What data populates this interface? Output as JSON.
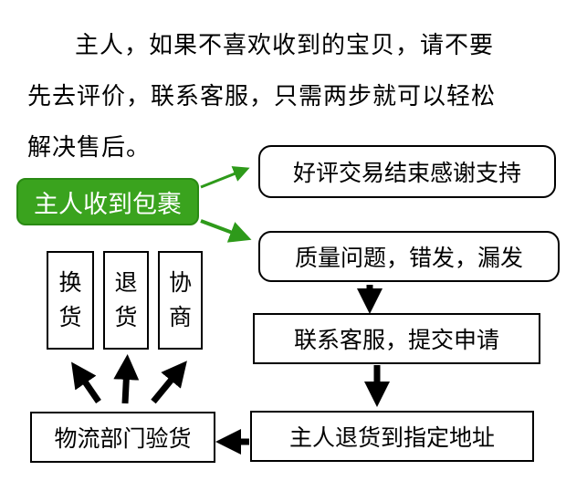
{
  "intro": {
    "line1": "主人，如果不喜欢收到的宝贝，请不要",
    "line2": "先去评价，联系客服，只需两步就可以轻松",
    "line3": "解决售后。"
  },
  "flow": {
    "start": "主人收到包裹",
    "positive": "好评交易结束感谢支持",
    "problem": "质量问题，错发，漏发",
    "contact": "联系客服，提交申请",
    "return": "主人退货到指定地址",
    "logistics": "物流部门验货",
    "outcomes": [
      {
        "char1": "换",
        "char2": "货"
      },
      {
        "char1": "退",
        "char2": "货"
      },
      {
        "char1": "协",
        "char2": "商"
      }
    ]
  },
  "colors": {
    "green": "#3aa31e",
    "green_arrow": "#2e9a1a",
    "black": "#000000"
  }
}
